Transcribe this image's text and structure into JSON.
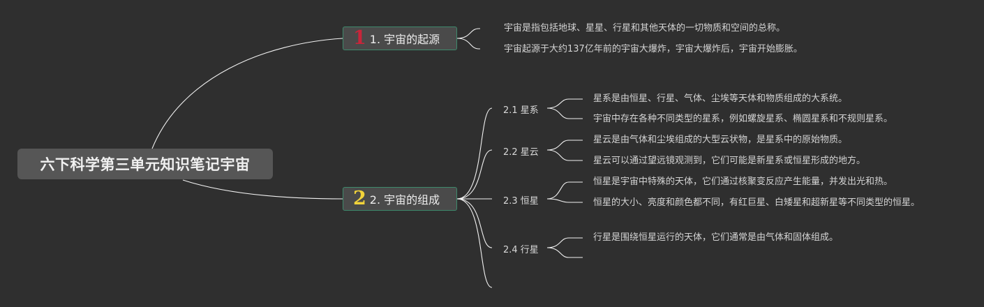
{
  "root": {
    "title": "六下科学第三单元知识笔记宇宙"
  },
  "branches": [
    {
      "badge": "1",
      "badge_color": "#c8253a",
      "title": "1. 宇宙的起源",
      "leaves": [
        "宇宙是指包括地球、星星、行星和其他天体的一切物质和空间的总称。",
        "宇宙起源于大约137亿年前的宇宙大爆炸，宇宙大爆炸后，宇宙开始膨胀。"
      ]
    },
    {
      "badge": "2",
      "badge_color": "#f2d33a",
      "title": "2. 宇宙的组成",
      "subtopics": [
        {
          "title": "2.1 星系",
          "leaves": [
            "星系是由恒星、行星、气体、尘埃等天体和物质组成的大系统。",
            "宇宙中存在各种不同类型的星系，例如螺旋星系、椭圆星系和不规则星系。"
          ]
        },
        {
          "title": "2.2 星云",
          "leaves": [
            "星云是由气体和尘埃组成的大型云状物，是星系中的原始物质。",
            "星云可以通过望远镜观测到，它们可能是新星系或恒星形成的地方。"
          ]
        },
        {
          "title": "2.3 恒星",
          "leaves": [
            "恒星是宇宙中特殊的天体，它们通过核聚变反应产生能量，并发出光和热。",
            "恒星的大小、亮度和颜色都不同，有红巨星、白矮星和超新星等不同类型的恒星。"
          ]
        },
        {
          "title": "2.4 行星",
          "leaves": [
            "行星是围绕恒星运行的天体，它们通常是由气体和固体组成。",
            ""
          ]
        }
      ]
    }
  ]
}
